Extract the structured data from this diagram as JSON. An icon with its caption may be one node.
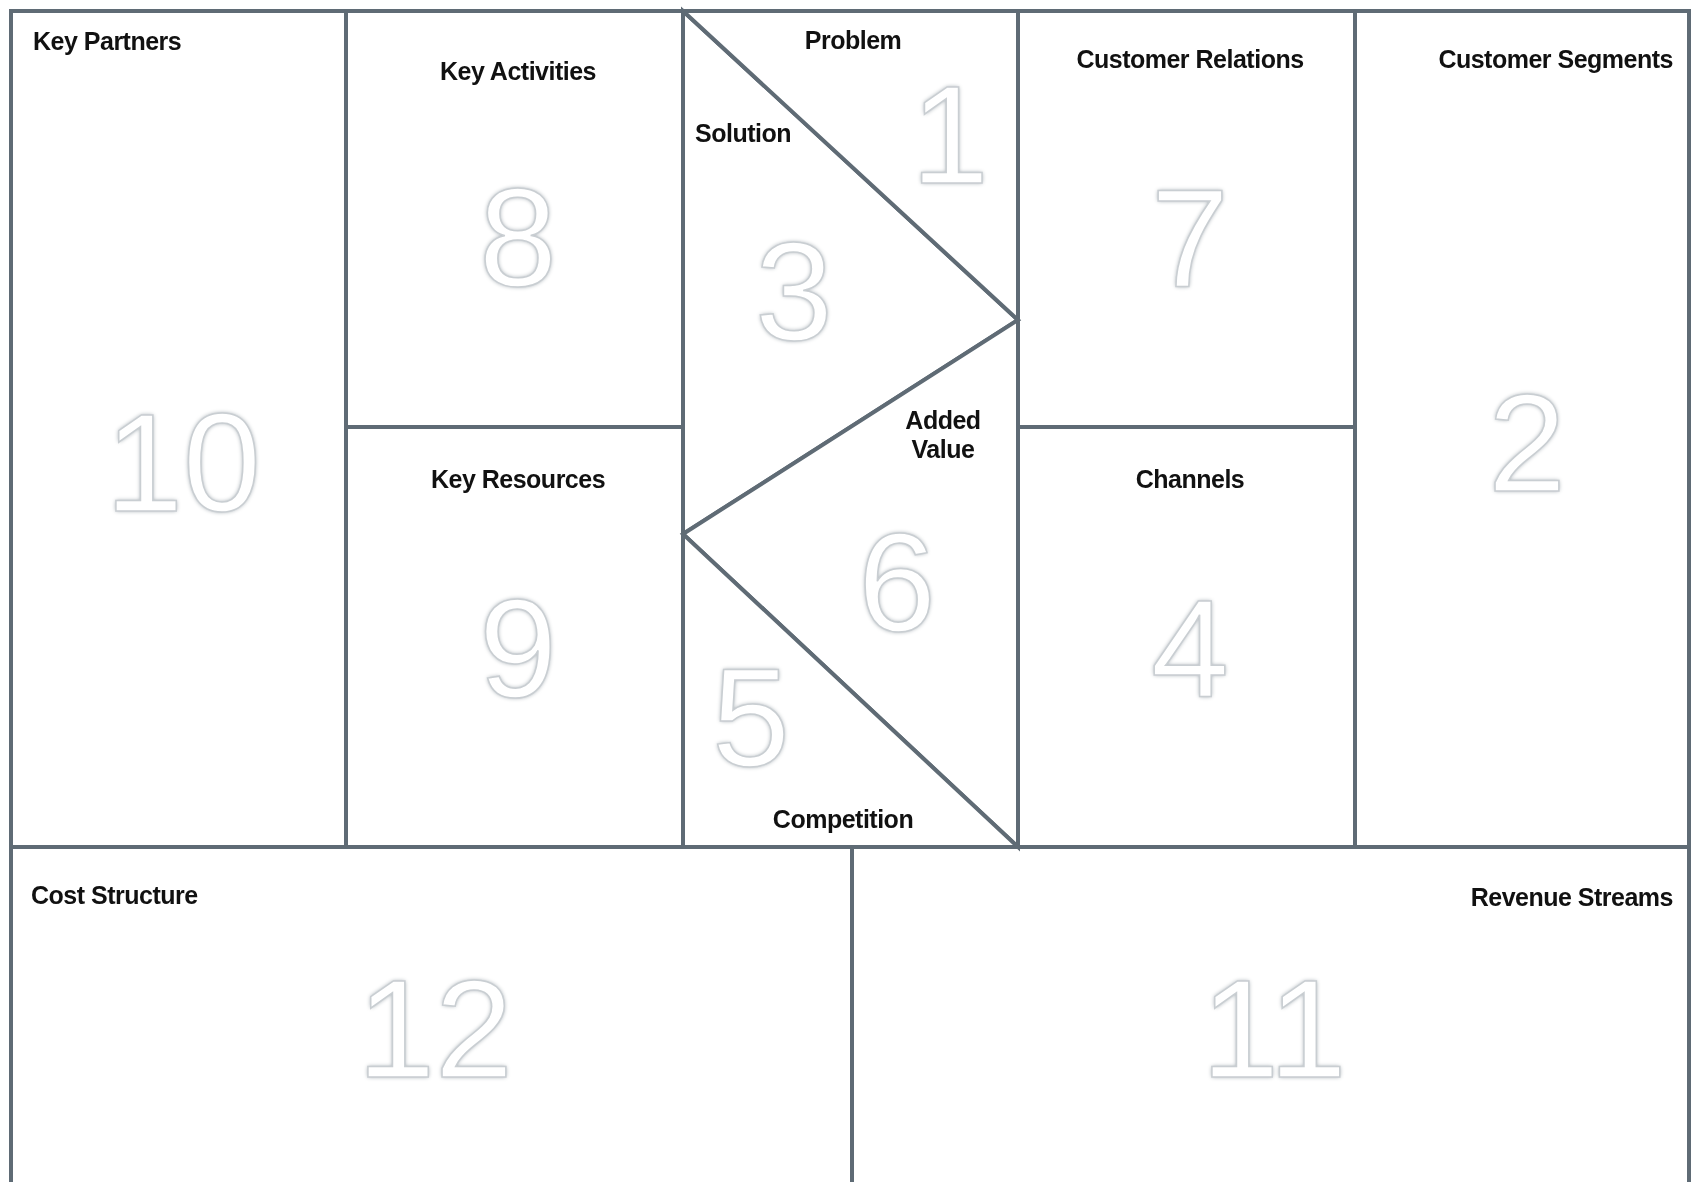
{
  "diagram": {
    "nodes": [
      {
        "text": [
          "Key Partners",
          "10"
        ]
      },
      {
        "text": [
          "Key Activities",
          "8"
        ]
      },
      {
        "text": [
          "Problem",
          "1"
        ]
      },
      {
        "text": [
          "Solution",
          "3"
        ]
      },
      {
        "text": [
          "Customer Relations",
          "7"
        ]
      },
      {
        "text": [
          "Customer Segments",
          "2"
        ]
      },
      {
        "text": [
          "Key Resources",
          "9"
        ]
      },
      {
        "text": [
          "Added Value",
          "6"
        ]
      },
      {
        "text": [
          "Channels",
          "4"
        ]
      },
      {
        "text": [
          "5",
          "Competition"
        ]
      },
      {
        "text": [
          "Cost Structure",
          "12"
        ]
      },
      {
        "text": [
          "Revenue Streams",
          "11"
        ]
      }
    ]
  }
}
